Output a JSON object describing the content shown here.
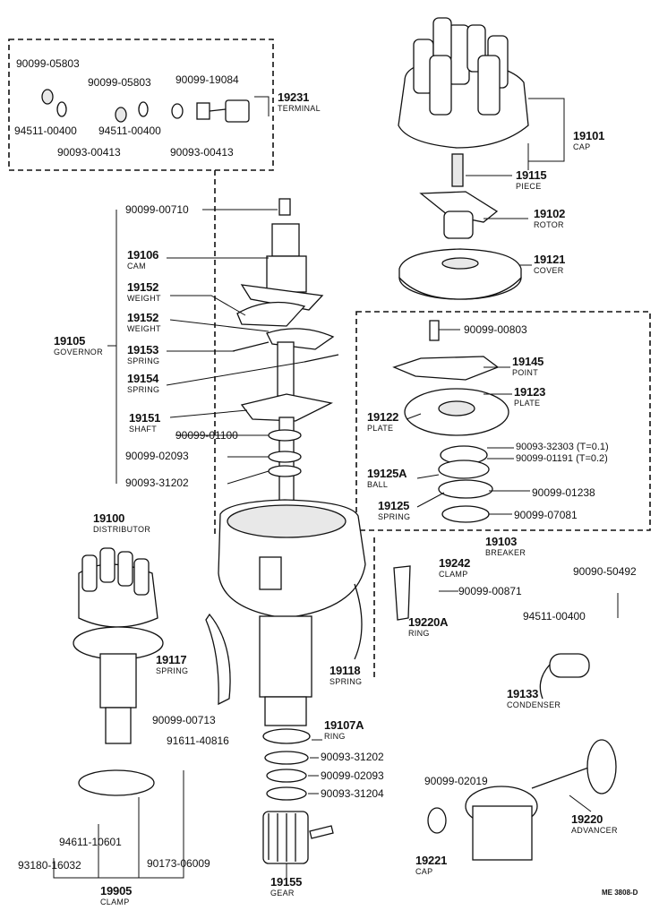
{
  "labels": {
    "p90099_05803_a": "90099-05803",
    "p90099_05803_b": "90099-05803",
    "p90099_19084": "90099-19084",
    "p94511_00400_a": "94511-00400",
    "p94511_00400_b": "94511-00400",
    "p90093_00413_a": "90093-00413",
    "p90093_00413_b": "90093-00413",
    "p19231": {
      "num": "19231",
      "sub": "TERMINAL"
    },
    "p19101": {
      "num": "19101",
      "sub": "CAP"
    },
    "p19115": {
      "num": "19115",
      "sub": "PIECE"
    },
    "p19102": {
      "num": "19102",
      "sub": "ROTOR"
    },
    "p19121": {
      "num": "19121",
      "sub": "COVER"
    },
    "p90099_00710": "90099-00710",
    "p19106": {
      "num": "19106",
      "sub": "CAM"
    },
    "p19152_a": {
      "num": "19152",
      "sub": "WEIGHT"
    },
    "p19152_b": {
      "num": "19152",
      "sub": "WEIGHT"
    },
    "p19105": {
      "num": "19105",
      "sub": "GOVERNOR"
    },
    "p19153": {
      "num": "19153",
      "sub": "SPRING"
    },
    "p19154": {
      "num": "19154",
      "sub": "SPRING"
    },
    "p19151": {
      "num": "19151",
      "sub": "SHAFT"
    },
    "p90099_01100": "90099-01100",
    "p90099_02093_a": "90099-02093",
    "p90093_31202_a": "90093-31202",
    "p90099_00803": "90099-00803",
    "p19145": {
      "num": "19145",
      "sub": "POINT"
    },
    "p19123": {
      "num": "19123",
      "sub": "PLATE"
    },
    "p19122": {
      "num": "19122",
      "sub": "PLATE"
    },
    "p90093_32303": "90093-32303 (T=0.1)",
    "p90099_01191": "90099-01191 (T=0.2)",
    "p19125A": {
      "num": "19125A",
      "sub": "BALL"
    },
    "p90099_01238": "90099-01238",
    "p19125": {
      "num": "19125",
      "sub": "SPRING"
    },
    "p90099_07081": "90099-07081",
    "p19103": {
      "num": "19103",
      "sub": "BREAKER"
    },
    "p19100": {
      "num": "19100",
      "sub": "DISTRIBUTOR"
    },
    "p19242": {
      "num": "19242",
      "sub": "CLAMP"
    },
    "p90099_00871": "90099-00871",
    "p90090_50492": "90090-50492",
    "p94511_00400_c": "94511-00400",
    "p19220A": {
      "num": "19220A",
      "sub": "RING"
    },
    "p19117": {
      "num": "19117",
      "sub": "SPRING"
    },
    "p19118": {
      "num": "19118",
      "sub": "SPRING"
    },
    "p19133": {
      "num": "19133",
      "sub": "CONDENSER"
    },
    "p90099_00713": "90099-00713",
    "p91611_40816": "91611-40816",
    "p19107A": {
      "num": "19107A",
      "sub": "RING"
    },
    "p90093_31202_b": "90093-31202",
    "p90099_02093_b": "90099-02093",
    "p90093_31204": "90093-31204",
    "p90099_02019": "90099-02019",
    "p94611_10601": "94611-10601",
    "p93180_16032": "93180-16032",
    "p90173_06009": "90173-06009",
    "p19905": {
      "num": "19905",
      "sub": "CLAMP"
    },
    "p19155": {
      "num": "19155",
      "sub": "GEAR"
    },
    "p19221": {
      "num": "19221",
      "sub": "CAP"
    },
    "p19220": {
      "num": "19220",
      "sub": "ADVANCER"
    }
  },
  "footer_code": "ME 3808-D"
}
